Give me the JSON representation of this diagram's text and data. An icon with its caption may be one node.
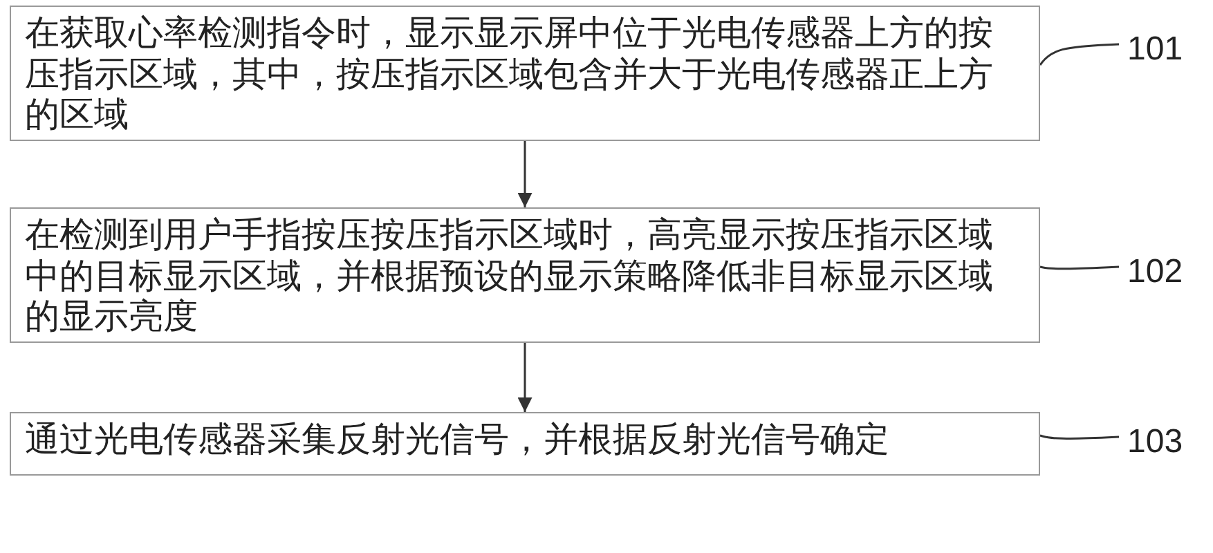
{
  "diagram": {
    "nodes": [
      {
        "text": [
          "在获取心率检测指令时，显示显示屏中位于光电传感器上方的按压指示区域，其中，按压指示区域包含并大于光电传感器正上方的区域"
        ]
      },
      {
        "text": [
          "101"
        ]
      },
      {
        "text": [
          "在检测到用户手指按压按压指示区域时，高亮显示按压指示区域中的目标显示区域，并根据预设的显示策略降低非目标显示区域的显示亮度"
        ]
      },
      {
        "text": [
          "102"
        ]
      },
      {
        "text": [
          "通过光电传感器采集反射光信号，并根据反射光信号确定"
        ]
      },
      {
        "text": [
          "103"
        ]
      }
    ],
    "edges": [
      {
        "from": 0,
        "to": 2,
        "arrow": "to"
      },
      {
        "from": 2,
        "to": 4,
        "arrow": "to"
      },
      {
        "from": 1,
        "to": 0,
        "arrow": "none"
      },
      {
        "from": 3,
        "to": 2,
        "arrow": "none"
      },
      {
        "from": 5,
        "to": 4,
        "arrow": "none"
      }
    ]
  }
}
